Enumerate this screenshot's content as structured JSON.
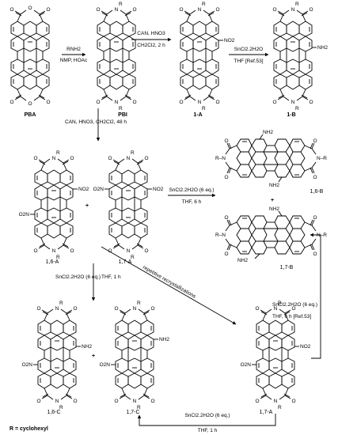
{
  "labels": {
    "pba": "PBA",
    "pbi": "PBI",
    "c1a": "1-A",
    "c1b": "1-B",
    "c16a": "1,6-A",
    "c17a": "1,7-A",
    "c16b": "1,6-B",
    "c17b": "1,7-B",
    "c16c": "1,6-C",
    "c17c": "1,7-C",
    "c17a_b": "1,7-A"
  },
  "conditions": {
    "s1_top": "RNH2",
    "s1_bot": "NMP, HOAc",
    "s2_top": "CAN, HNO3",
    "s2_bot": "CH2Cl2, 2 h",
    "s3_top": "SnCl2.2H2O",
    "s3_bot": "THF [Ref.53]",
    "s4": "CAN, HNO3, CH2Cl2, 48 h",
    "s5_top": "SnCl2.2H2O (6 eq.)",
    "s5_bot": "THF, 6 h",
    "s6_top": "SnCl2.2H2O (6 eq.)",
    "s6_bot": "THF, 1 h",
    "s7": "repetitive  recrystallizations",
    "s8_top": "SnCl2.2H2O (6 eq.)",
    "s8_bot": "THF, 6 h [Ref.53]",
    "s9_top": "SnCl2.2H2O (6 eq.)",
    "s9_bot": "THF, 1 h"
  },
  "plus_sign": "+",
  "r_definition": "R = cyclohexyl",
  "atoms": {
    "o": "O",
    "n": "N",
    "r": "R",
    "no2": "NO2",
    "o2n": "O2N",
    "nh2": "NH2",
    "r_n": "R–N",
    "n_r": "N–R"
  }
}
